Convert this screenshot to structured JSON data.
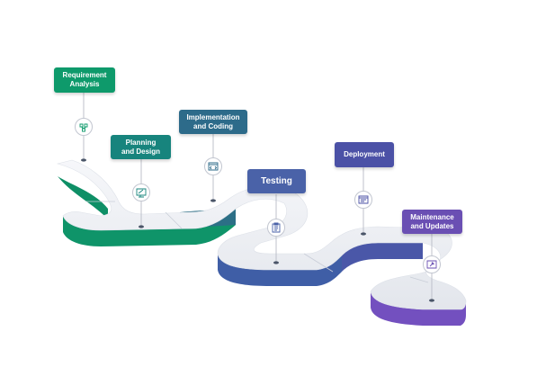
{
  "stages": [
    {
      "lines": [
        "Requirement",
        "Analysis"
      ],
      "color": "#0e9a6b",
      "icon": "network-nodes-icon"
    },
    {
      "lines": [
        "Planning",
        "and Design"
      ],
      "color": "#17847d",
      "icon": "design-monitor-icon"
    },
    {
      "lines": [
        "Implementation",
        "and Coding"
      ],
      "color": "#2d6b8a",
      "icon": "code-window-icon"
    },
    {
      "lines": [
        "Testing"
      ],
      "color": "#4a62a8",
      "icon": "clipboard-checklist-icon"
    },
    {
      "lines": [
        "Deployment"
      ],
      "color": "#4b51a6",
      "icon": "server-window-icon"
    },
    {
      "lines": [
        "Maintenance",
        "and Updates"
      ],
      "color": "#6a4fb3",
      "icon": "wrench-monitor-icon"
    }
  ]
}
